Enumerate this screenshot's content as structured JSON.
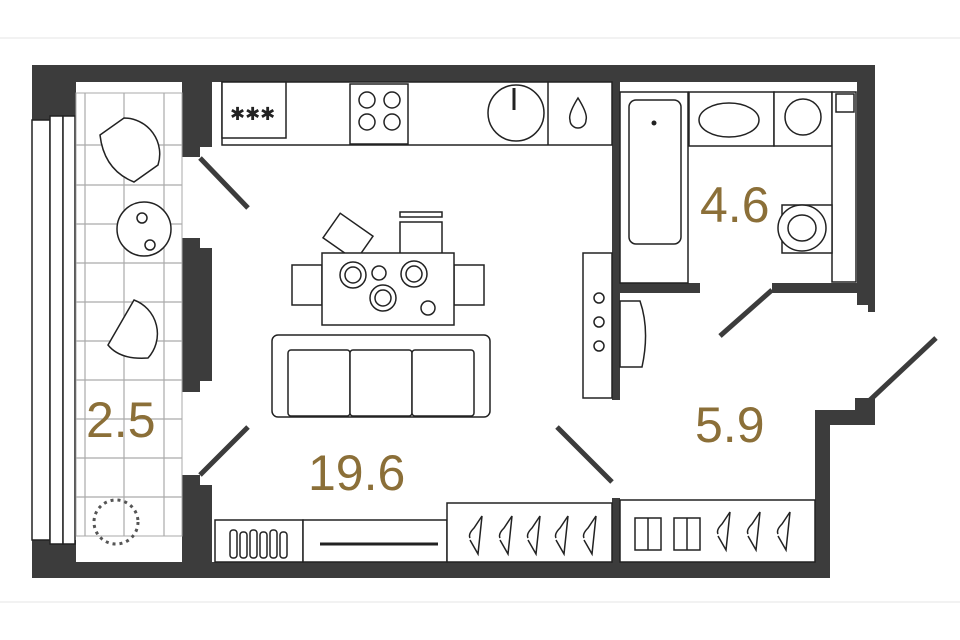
{
  "plan": {
    "rooms": [
      {
        "id": "balcony",
        "area": "2.5"
      },
      {
        "id": "living-kitchen",
        "area": "19.6"
      },
      {
        "id": "bathroom",
        "area": "4.6"
      },
      {
        "id": "hallway",
        "area": "5.9"
      }
    ],
    "colors": {
      "wall": "#3c3c3c",
      "area_label": "#8b6f38",
      "divider": "#e6e6e6"
    }
  }
}
